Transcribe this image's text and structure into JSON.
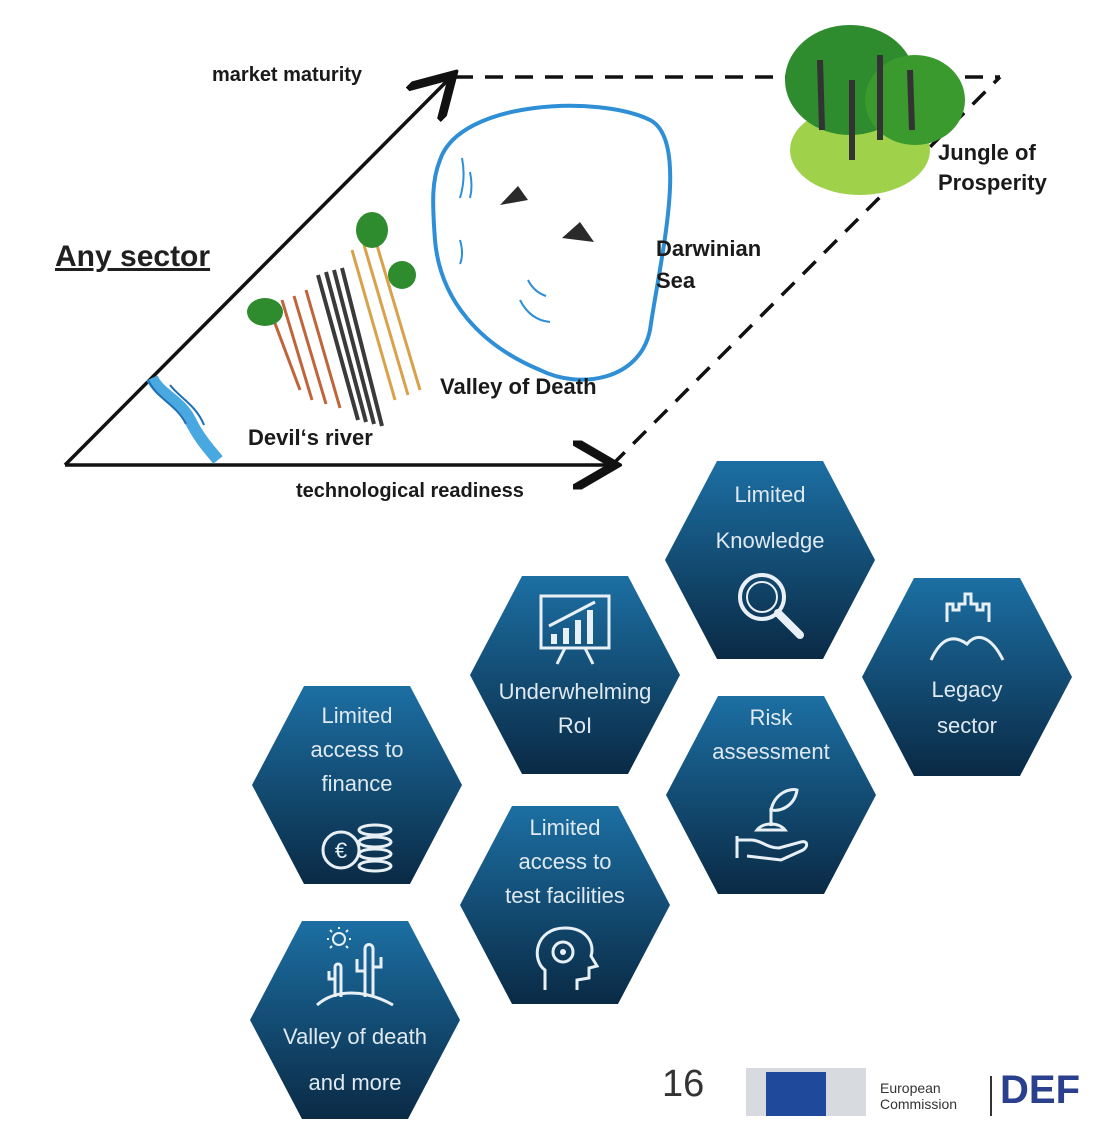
{
  "diagram": {
    "y_axis_label": "market maturity",
    "x_axis_label": "technological readiness",
    "sector_title": "Any sector",
    "regions": {
      "jungle": "Jungle of",
      "jungle_2": "Prosperity",
      "sea": "Darwinian",
      "sea_2": "Sea",
      "valley": "Valley of Death",
      "river": "Devil‘s river"
    }
  },
  "hexagons": [
    {
      "lines": [
        "Limited",
        "Knowledge"
      ],
      "icon": "magnifier-icon"
    },
    {
      "lines": [
        "Underwhelming",
        "RoI"
      ],
      "icon": "growth-chart-icon"
    },
    {
      "lines": [
        "Legacy",
        "sector"
      ],
      "icon": "castle-icon"
    },
    {
      "lines": [
        "Limited",
        "access to",
        "finance"
      ],
      "icon": "euro-coins-icon"
    },
    {
      "lines": [
        "Risk",
        "assessment"
      ],
      "icon": "plant-in-hand-icon"
    },
    {
      "lines": [
        "Limited",
        "access to",
        "test facilities"
      ],
      "icon": "head-gear-icon"
    },
    {
      "lines": [
        "Valley of death",
        "and more"
      ],
      "icon": "desert-cactus-icon"
    }
  ],
  "footer": {
    "page_number": "16",
    "logo_text_1": "European",
    "logo_text_2": "Commission",
    "dept_text": "DEF"
  },
  "colors": {
    "hex_top": "#1c6fa3",
    "hex_bottom": "#0a2a45",
    "sea_outline": "#2e8fd6",
    "river": "#4aa8e0",
    "jungle_dark": "#2e8b2e",
    "jungle_light": "#9fd24a"
  }
}
